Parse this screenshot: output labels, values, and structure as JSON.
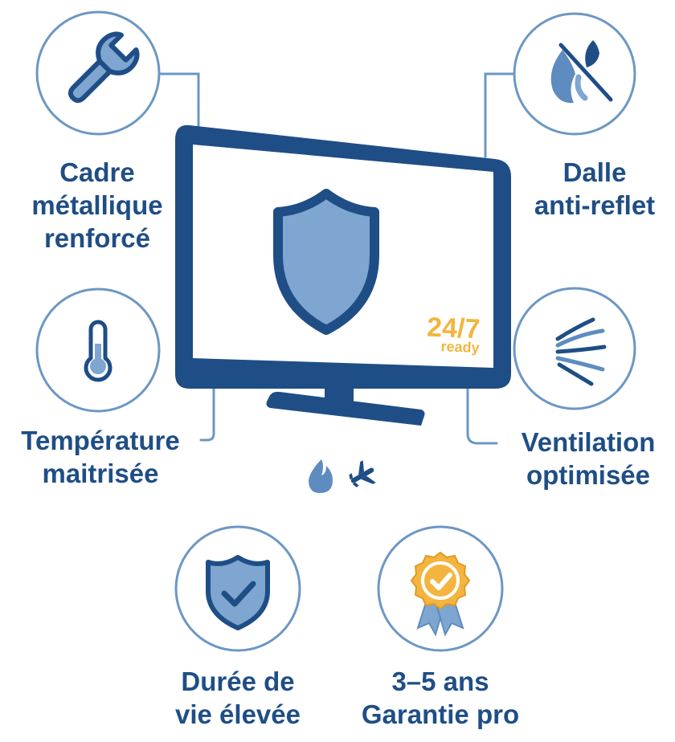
{
  "colors": {
    "navy": "#1f4e86",
    "mid_blue": "#5e8cc0",
    "light_blue": "#7ea6d0",
    "circle_stroke": "#6c97c4",
    "gold": "#f3b53f"
  },
  "monitor": {
    "badge_main": "24/7",
    "badge_sub": "ready",
    "screen_icon": "shield-icon"
  },
  "features": [
    {
      "id": "frame",
      "icon": "wrench-icon",
      "lines": [
        "Cadre",
        "métallique",
        "renforcé"
      ]
    },
    {
      "id": "temperature",
      "icon": "thermometer-icon",
      "lines": [
        "Température",
        "maitrisée"
      ]
    },
    {
      "id": "lifespan",
      "icon": "shield-check-icon",
      "lines": [
        "Durée de",
        "vie élevée"
      ]
    },
    {
      "id": "antiglare",
      "icon": "no-reflection-icon",
      "lines": [
        "Dalle",
        "anti-reflet"
      ]
    },
    {
      "id": "ventilation",
      "icon": "airflow-icon",
      "lines": [
        "Ventilation",
        "optimisée"
      ]
    },
    {
      "id": "warranty",
      "icon": "award-badge-icon",
      "lines": [
        "3–5 ans",
        "Garantie pro"
      ]
    }
  ],
  "small_icons": [
    "flame-icon",
    "airplane-icon"
  ]
}
